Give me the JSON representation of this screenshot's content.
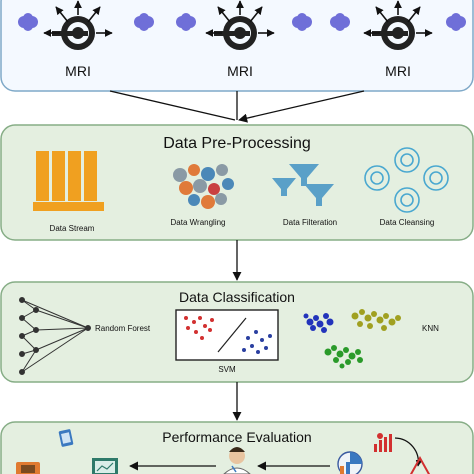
{
  "mri_panel": {
    "labels": [
      "MRI",
      "MRI",
      "MRI"
    ]
  },
  "preprocessing": {
    "title": "Data Pre-Processing",
    "items": [
      "Data Stream",
      "Data Wrangling",
      "Data Filteration",
      "Data Cleansing"
    ]
  },
  "classification": {
    "title": "Data Classification",
    "items": [
      "Random Forest",
      "SVM",
      "KNN"
    ]
  },
  "evaluation": {
    "title": "Performance Evaluation"
  },
  "colors": {
    "panel_fill": "#e4efe0",
    "panel_stroke": "#86ad86",
    "mri_fill": "#f4f9ff",
    "mri_stroke": "#7fa9c8",
    "brain": "#6f6fd8",
    "data_stream": "#f0a020",
    "filter": "#5aa0c8",
    "cleansing": "#4aa8d0",
    "svm_red": "#d23030",
    "svm_blue": "#2a3fa0"
  }
}
